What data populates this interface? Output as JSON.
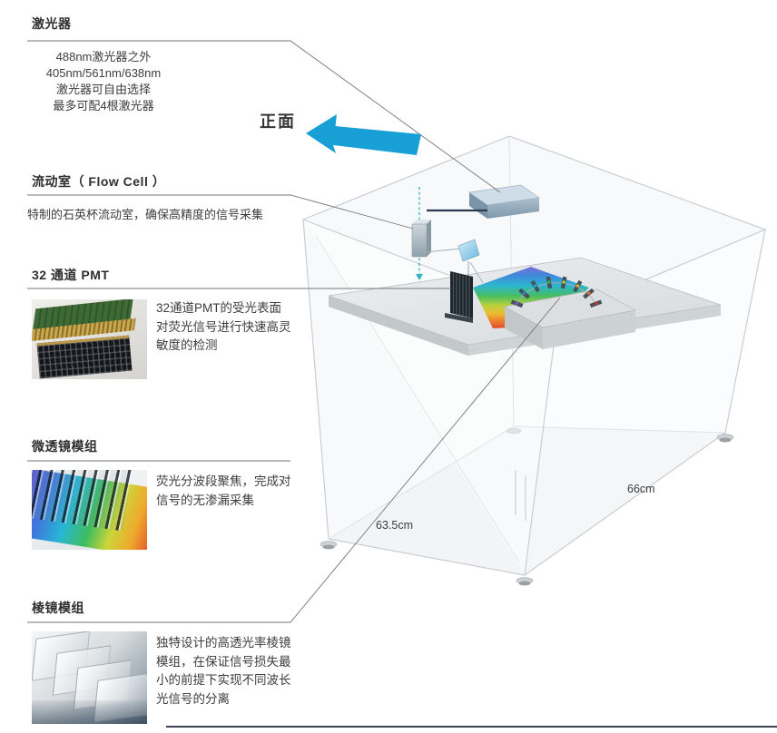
{
  "sections": {
    "laser": {
      "title": "激光器",
      "desc_lines": [
        "488nm激光器之外",
        "405nm/561nm/638nm",
        "激光器可自由选择",
        "最多可配4根激光器"
      ]
    },
    "flow_cell": {
      "title": "流动室（ Flow Cell ）",
      "desc": "特制的石英杯流动室，确保高精度的信号采集"
    },
    "pmt": {
      "title": "32 通道 PMT",
      "desc_lines": [
        "32通道PMT的受光表面",
        "对荧光信号进行快速高灵",
        "敏度的检测"
      ]
    },
    "microlens": {
      "title": "微透镜模组",
      "desc_lines": [
        "荧光分波段聚焦，完成对",
        "信号的无渗漏采集"
      ]
    },
    "prism": {
      "title": "棱镜模组",
      "desc_lines": [
        "独特设计的高透光率棱镜",
        "模组，在保证信号损失最",
        "小的前提下实现不同波长",
        "光信号的分离"
      ]
    }
  },
  "diagram": {
    "front_label": "正面",
    "depth_dimension": "63.5cm",
    "width_dimension": "66cm",
    "arrow_color": "#189fd6"
  }
}
